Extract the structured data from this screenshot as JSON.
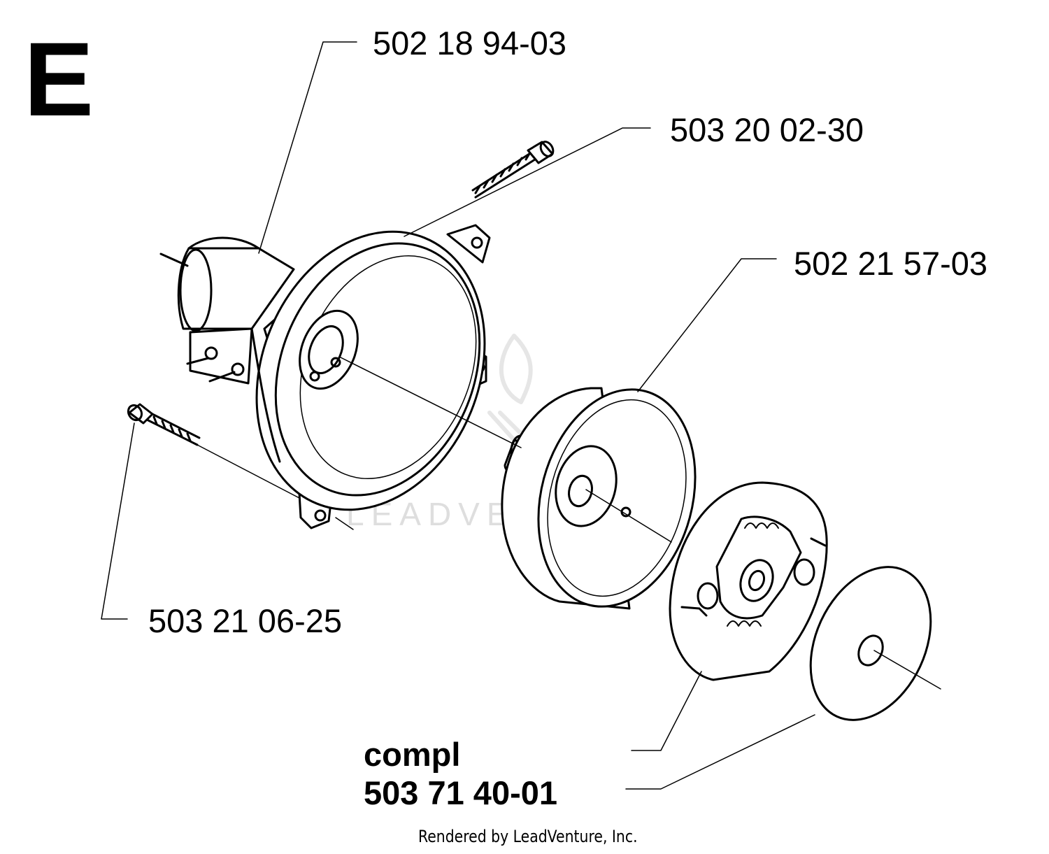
{
  "section_letter": "E",
  "parts": [
    {
      "number": "502 18 94-03"
    },
    {
      "number": "503 20 02-30"
    },
    {
      "number": "502 21 57-03"
    },
    {
      "number": "503 21 06-25"
    }
  ],
  "kit": {
    "prefix": "compl",
    "number": "503 71 40-01"
  },
  "watermark": "LEADVENTURE",
  "footer": "Rendered by LeadVenture, Inc."
}
